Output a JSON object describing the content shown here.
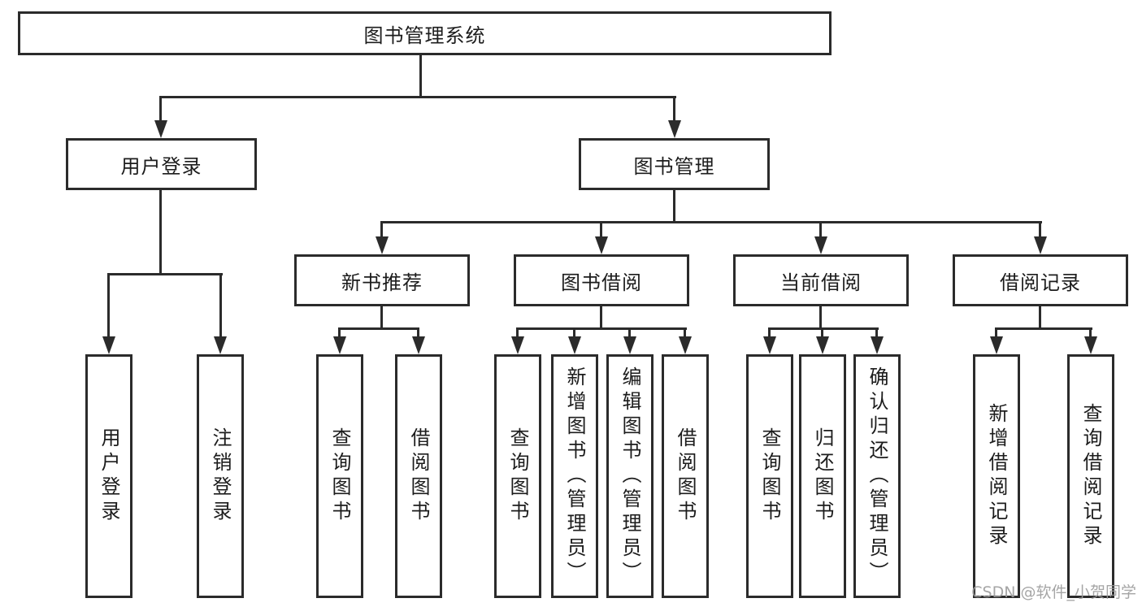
{
  "tree": {
    "root": "图书管理系统",
    "level2": [
      "用户登录",
      "图书管理"
    ],
    "level3": [
      "新书推荐",
      "图书借阅",
      "当前借阅",
      "借阅记录"
    ],
    "leaves_login": [
      "用户登录",
      "注销登录"
    ],
    "leaves_newbook": [
      "查询图书",
      "借阅图书"
    ],
    "leaves_borrow": [
      "查询图书",
      "新增图书（管理员）",
      "编辑图书（管理员）",
      "借阅图书"
    ],
    "leaves_current": [
      "查询图书",
      "归还图书",
      "确认归还（管理员）"
    ],
    "leaves_records": [
      "新增借阅记录",
      "查询借阅记录"
    ]
  },
  "watermark": "CSDN @软件_小贺同学",
  "colors": {
    "line": "#2b2b2b",
    "text": "#1c1c1c",
    "watermark": "#9c9c9c",
    "background": "#ffffff"
  }
}
